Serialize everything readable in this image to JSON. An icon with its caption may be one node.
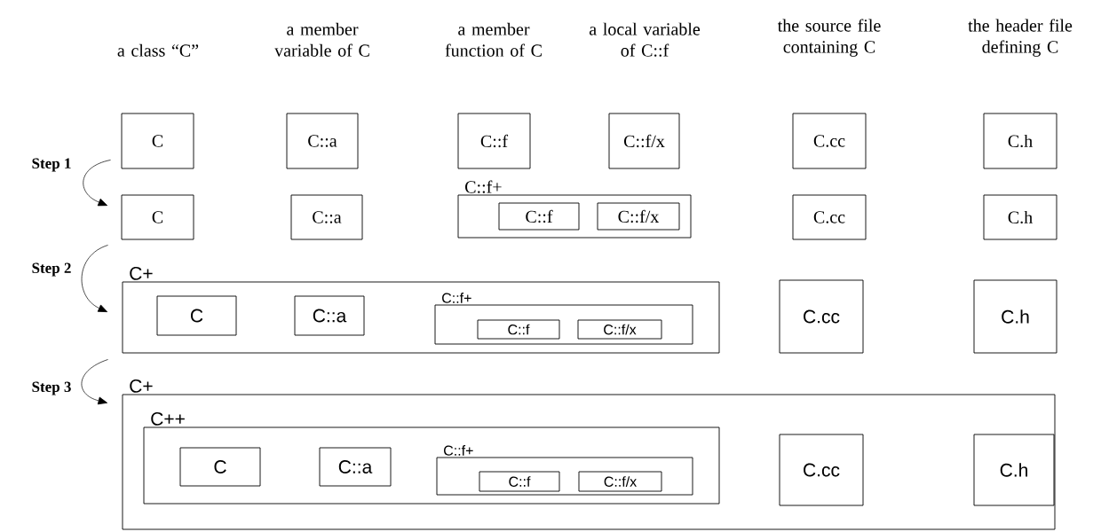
{
  "diagram": {
    "nodes": [
      {
        "text": [
          "C"
        ]
      },
      {
        "text": [
          "C::a"
        ]
      },
      {
        "text": [
          "C::f"
        ]
      },
      {
        "text": [
          "C::f/x"
        ]
      },
      {
        "text": [
          "C.cc"
        ]
      },
      {
        "text": [
          "C.h"
        ]
      },
      {
        "text": [
          "C"
        ]
      },
      {
        "text": [
          "C::a"
        ]
      },
      {
        "text": [
          "C::f+"
        ]
      },
      {
        "text": [
          "C::f"
        ],
        "in": 8
      },
      {
        "text": [
          "C::f/x"
        ],
        "in": 8
      },
      {
        "text": [
          "C.cc"
        ]
      },
      {
        "text": [
          "C.h"
        ]
      },
      {
        "text": [
          "C+"
        ]
      },
      {
        "text": [
          "C"
        ],
        "in": 13
      },
      {
        "text": [
          "C::a"
        ],
        "in": 13
      },
      {
        "text": [
          "C::f+"
        ],
        "in": 13
      },
      {
        "text": [
          "C::f"
        ],
        "in": 16
      },
      {
        "text": [
          "C::f/x"
        ],
        "in": 16
      },
      {
        "text": [
          "C.cc"
        ]
      },
      {
        "text": [
          "C.h"
        ]
      },
      {
        "text": [
          "C+"
        ]
      },
      {
        "text": [
          "C++"
        ],
        "in": 21
      },
      {
        "text": [
          "C"
        ],
        "in": 22
      },
      {
        "text": [
          "C::a"
        ],
        "in": 22
      },
      {
        "text": [
          "C::f+"
        ],
        "in": 22
      },
      {
        "text": [
          "C::f"
        ],
        "in": 25
      },
      {
        "text": [
          "C::f/x"
        ],
        "in": 25
      },
      {
        "text": [
          "C.cc"
        ],
        "in": 21
      },
      {
        "text": [
          "C.h"
        ],
        "in": 21
      }
    ],
    "edges": [
      {
        "from": 0,
        "to": 6,
        "arrow": "to",
        "label": "Step 1"
      },
      {
        "from": 6,
        "to": 13,
        "arrow": "to",
        "label": "Step 2"
      },
      {
        "from": 13,
        "to": 21,
        "arrow": "to",
        "label": "Step 3"
      }
    ],
    "labels": [
      "a class “C”",
      "a member variable of C",
      "a member function of C",
      "a local variable of C::f",
      "the source file containing C",
      "the header file defining C"
    ]
  }
}
